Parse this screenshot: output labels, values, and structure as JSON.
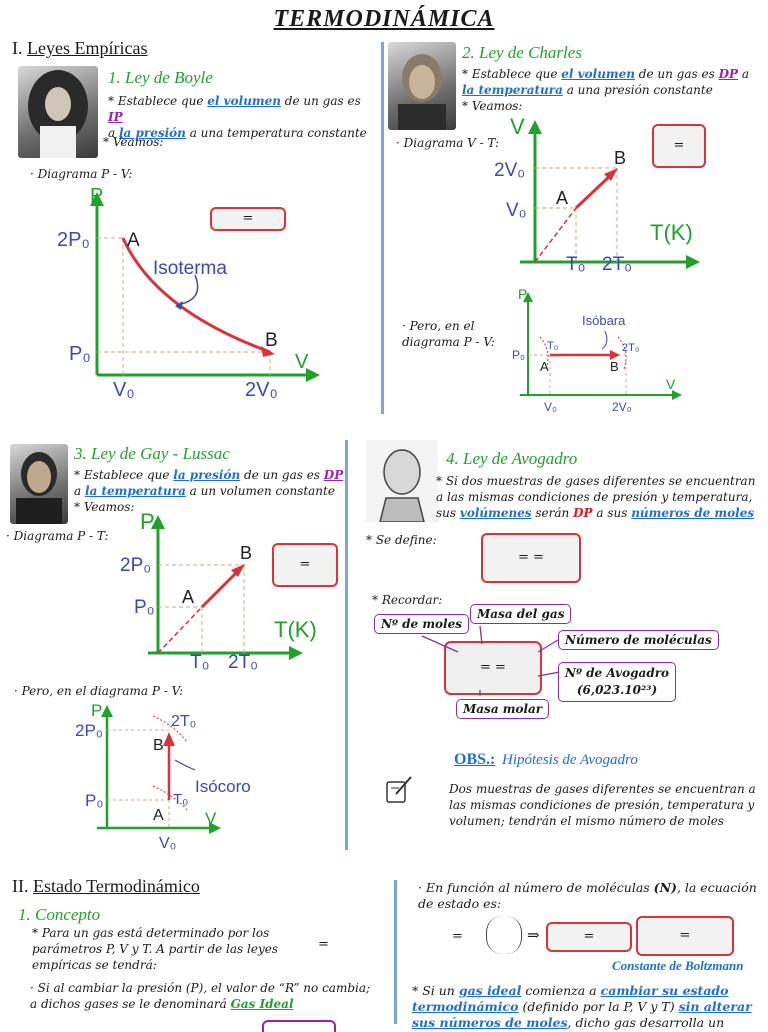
{
  "title": "TERMODINÁMICA",
  "section1": {
    "num": "I.",
    "name": "Leyes Empíricas"
  },
  "section2": {
    "num": "II.",
    "name": "Estado Termodinámico"
  },
  "boyle": {
    "title": "1. Ley de Boyle",
    "l1a": "* Establece que ",
    "l1b": "el volumen",
    "l1c": " de un gas es ",
    "l1d": "IP",
    "l2a": "la presión",
    "l2b": " a una temperatura constante",
    "veamos": "* Veamos:",
    "diagram_label": "· Diagrama P - V:",
    "box_eq": "=",
    "axis_p": "P",
    "axis_v": "V",
    "tick_2p": "2P₀",
    "tick_p": "P₀",
    "tick_v": "V₀",
    "tick_2v": "2V₀",
    "pt_a": "A",
    "pt_b": "B",
    "curve_label": "Isoterma"
  },
  "charles": {
    "title": "2. Ley de Charles",
    "l1a": "* Establece que ",
    "l1b": "el volumen",
    "l1c": " de un gas es ",
    "l1d": "DP",
    "l1e": " a",
    "l2a": "la temperatura",
    "l2b": " a una presión constante",
    "veamos": "* Veamos:",
    "diagram_label": "· Diagrama V - T:",
    "box_eq": "=",
    "axis_v": "V",
    "axis_t": "T(K)",
    "tick_2v": "2V₀",
    "tick_v": "V₀",
    "tick_t": "T₀",
    "tick_2t": "2T₀",
    "pt_a": "A",
    "pt_b": "B",
    "pero1": "· Pero, en el",
    "pero2": "diagrama P - V:",
    "pv_axis_p": "P",
    "pv_axis_v": "V",
    "pv_tick_p": "P₀",
    "pv_tick_v": "V₀",
    "pv_tick_2v": "2V₀",
    "pv_t0": "T₀",
    "pv_2t0": "2T₀",
    "pv_label": "Isóbara",
    "pv_a": "A",
    "pv_b": "B"
  },
  "gay": {
    "title": "3. Ley de Gay - Lussac",
    "l1a": "* Establece que ",
    "l1b": "la presión",
    "l1c": " de un gas es ",
    "l1d": "DP",
    "l2a": "a ",
    "l2b": "la temperatura",
    "l2c": " a un volumen constante",
    "veamos": "* Veamos:",
    "diagram_label": "· Diagrama P - T:",
    "box_eq": "=",
    "axis_p": "P",
    "axis_t": "T(K)",
    "tick_2p": "2P₀",
    "tick_p": "P₀",
    "tick_t": "T₀",
    "tick_2t": "2T₀",
    "pt_a": "A",
    "pt_b": "B",
    "pero": "· Pero, en el diagrama P - V:",
    "pv_axis_p": "P",
    "pv_axis_v": "V",
    "pv_tick_2p": "2P₀",
    "pv_tick_p": "P₀",
    "pv_tick_v": "V₀",
    "pv_2t0": "2T₀",
    "pv_t0": "T₀",
    "pv_label": "Isócoro",
    "pv_a": "A",
    "pv_b": "B"
  },
  "avogadro": {
    "title": "4. Ley de Avogadro",
    "l1": "* Si dos muestras de gases diferentes se encuentran",
    "l2": "a las mismas condiciones de presión y temperatura,",
    "l3a": "sus ",
    "l3b": "volúmenes",
    "l3c": " serán ",
    "l3d": "DP",
    "l3e": " a sus ",
    "l3f": "números de moles",
    "se_define": "* Se define:",
    "define_eq": "= =",
    "recordar": "* Recordar:",
    "recordar_eq": "= =",
    "c_moles": "Nº de moles",
    "c_masa_gas": "Masa del gas",
    "c_moleculas": "Número de moléculas",
    "c_avogadro": "Nº de Avogadro",
    "c_avogadro_val": "(6,023.10²³)",
    "c_masa_molar": "Masa molar",
    "obs_label": "OBS.:",
    "obs_title": "Hipótesis de Avogadro",
    "obs1": "Dos muestras de gases diferentes se encuentran a",
    "obs2": "las mismas condiciones de presión, temperatura y",
    "obs3": "volumen; tendrán el mismo número de moles"
  },
  "estado": {
    "concepto": "1. Concepto",
    "c1": "* Para un gas está determinado por los",
    "c2": "parámetros P, V y T. A partir de las leyes",
    "c3": "empíricas se tendrá:",
    "c_eq": "=",
    "c4": "· Si al cambiar la presión (P), el valor de “R” no cambia;",
    "c5a": "a dichos gases se le denominará ",
    "c5b": "Gas Ideal",
    "r1a": "· En función al número de moléculas ",
    "r1b": "(N)",
    "r1c": ", la ecuación",
    "r2": "de estado es:",
    "eq_left": "=",
    "eq_arrow": "⇒",
    "eq_box1": "=",
    "eq_box2": "=",
    "boltzmann": "Constante de Boltzmann",
    "s1a": "* Si un ",
    "s1b": "gas ideal",
    "s1c": " comienza a ",
    "s1d": "cambiar su estado",
    "s2a": "termodinámico",
    "s2b": " (definido por la P, V y T) ",
    "s2c": "sin alterar",
    "s3a": "sus números de moles",
    "s3b": ", dicho gas desarrolla un"
  }
}
